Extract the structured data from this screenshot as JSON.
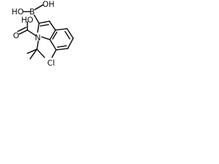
{
  "structure": {
    "labels": {
      "boron": "B",
      "hydroxyl_top": "OH",
      "hydroxyl_left": "HO",
      "carboxyl_oh": "HO",
      "carboxyl_o": "O",
      "nitrogen": "N",
      "chlorine": "Cl"
    }
  }
}
